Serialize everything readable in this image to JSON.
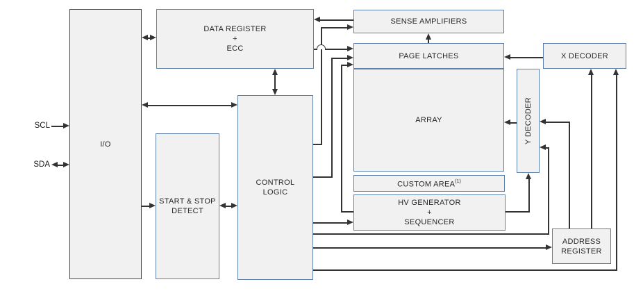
{
  "diagram": {
    "signals": {
      "scl": "SCL",
      "sda": "SDA"
    },
    "blocks": {
      "io": {
        "label": "I/O"
      },
      "data_register": {
        "line1": "DATA REGISTER",
        "line2": "+",
        "line3": "ECC"
      },
      "sense_amplifiers": {
        "label": "SENSE AMPLIFIERS"
      },
      "page_latches": {
        "label": "PAGE LATCHES"
      },
      "x_decoder": {
        "label": "X DECODER"
      },
      "y_decoder": {
        "label": "Y DECODER"
      },
      "array": {
        "label": "ARRAY"
      },
      "custom_area": {
        "label": "CUSTOM AREA",
        "footnote": "(1)"
      },
      "hv_generator": {
        "line1": "HV GENERATOR",
        "line2": "+",
        "line3": "SEQUENCER"
      },
      "control_logic": {
        "line1": "CONTROL",
        "line2": "LOGIC"
      },
      "start_stop_detect": {
        "line1": "START & STOP",
        "line2": "DETECT"
      },
      "address_register": {
        "line1": "ADDRESS",
        "line2": "REGISTER"
      }
    },
    "colors": {
      "background": "#ffffff",
      "block_fill": "#f1f1f2",
      "block_border": "#5b7fa8",
      "io_border": "#454545",
      "line": "#333333",
      "text": "#262626"
    }
  }
}
